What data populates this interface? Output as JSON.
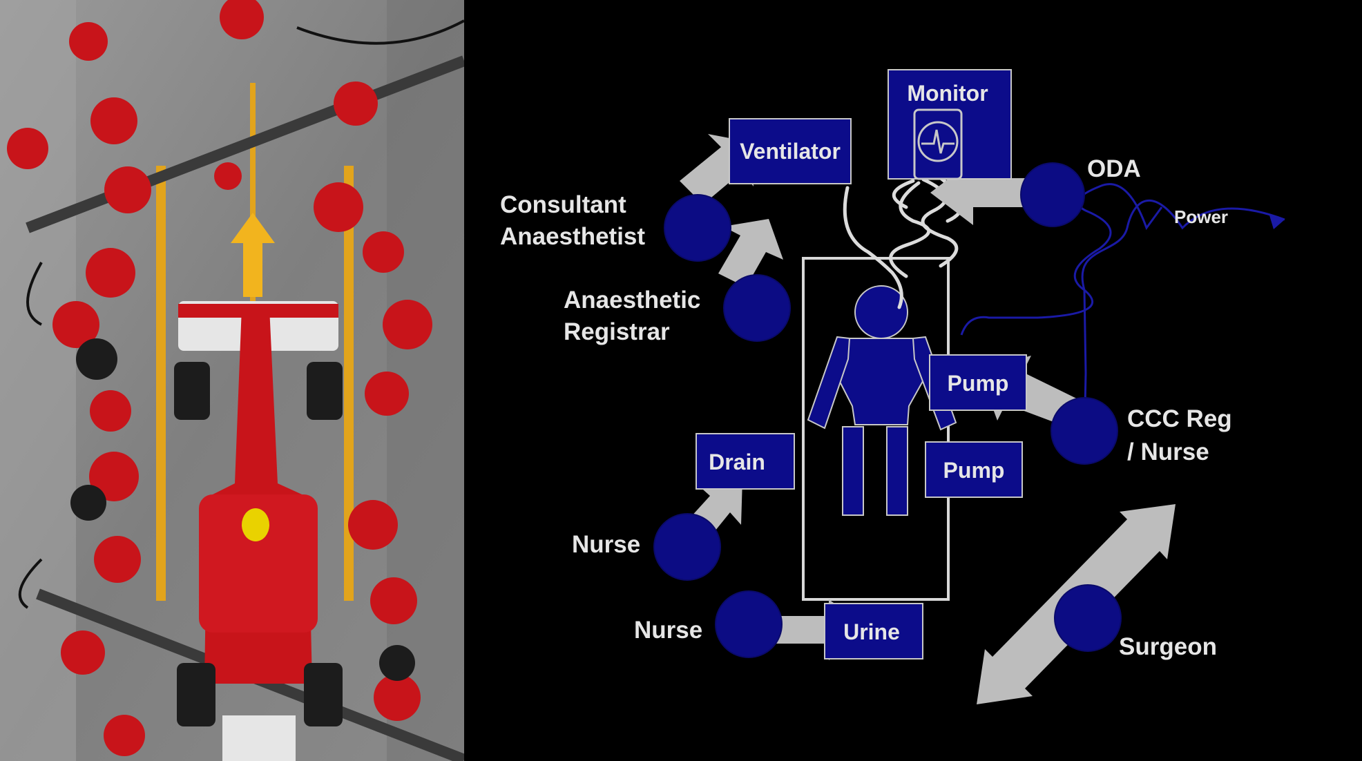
{
  "diagram": {
    "labels": {
      "consultant_line1": "Consultant",
      "consultant_line2": "Anaesthetist",
      "registrar_line1": "Anaesthetic",
      "registrar_line2": "Registrar",
      "oda": "ODA",
      "power": "Power",
      "ccc_line1": "CCC Reg",
      "ccc_line2": "/ Nurse",
      "nurse_drain": "Nurse",
      "nurse_urine": "Nurse",
      "surgeon": "Surgeon"
    },
    "equipment": {
      "monitor": "Monitor",
      "ventilator": "Ventilator",
      "pump_top": "Pump",
      "pump_bottom": "Pump",
      "drain": "Drain",
      "urine": "Urine"
    }
  },
  "colors": {
    "background": "#000000",
    "box_fill": "#0c0c8a",
    "circle_fill": "#0c0c84",
    "arrow": "#bdbdbd",
    "power_line": "#1a1aa6",
    "text": "#e6e6e6",
    "car_red": "#c8141a",
    "pit_floor": "#8e8e8e"
  },
  "icons": {
    "monitor_screen": "ecg-trace-icon",
    "patient": "person-figure-icon"
  }
}
